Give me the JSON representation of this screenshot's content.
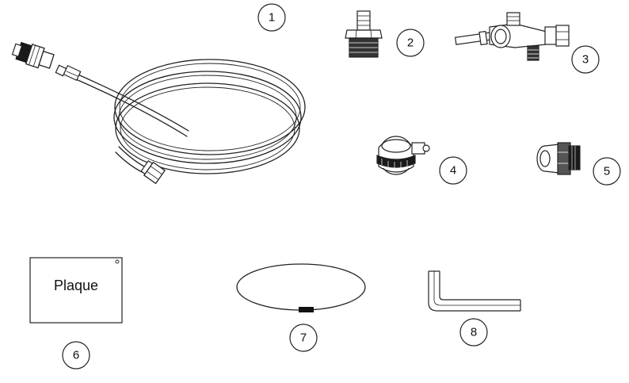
{
  "callouts": [
    "1",
    "2",
    "3",
    "4",
    "5",
    "6",
    "7",
    "8"
  ],
  "plaque_label": "Plaque",
  "colors": {
    "line": "#222222",
    "fill_light": "#ffffff",
    "fill_dark": "#1a1a1a"
  },
  "icons": [
    "hose-icon",
    "nipple-icon",
    "valve-icon",
    "hose-clamp-icon",
    "adapter-icon",
    "plaque-icon",
    "wire-loop-icon",
    "hex-key-icon"
  ]
}
